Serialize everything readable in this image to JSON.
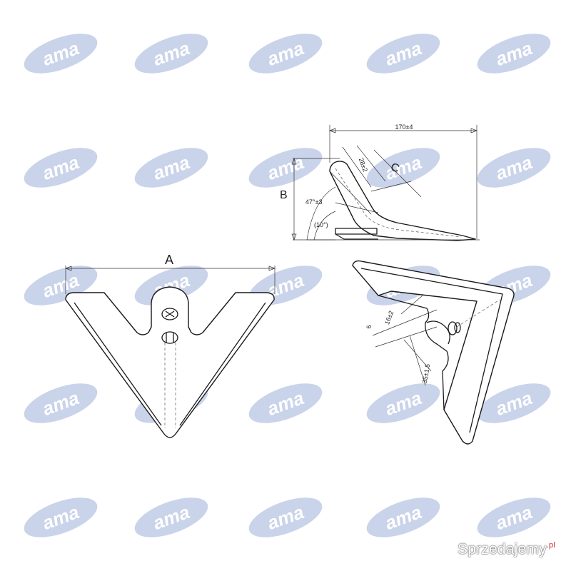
{
  "watermark": {
    "brand": "ama",
    "color": "#c9d3ea"
  },
  "dimensions": {
    "label_a": "A",
    "label_b": "B",
    "label_c": "C",
    "width_top": "170±4",
    "thickness": "28±2",
    "angle_main": "47°±3",
    "angle_small": "(10°)",
    "hole_size": "16±2",
    "hole_offset": "6",
    "slot_length": "35±1.5"
  },
  "footer": {
    "site_name": "Sprzedajemy",
    "tld": ".pl",
    "accent": "#d4232b"
  }
}
